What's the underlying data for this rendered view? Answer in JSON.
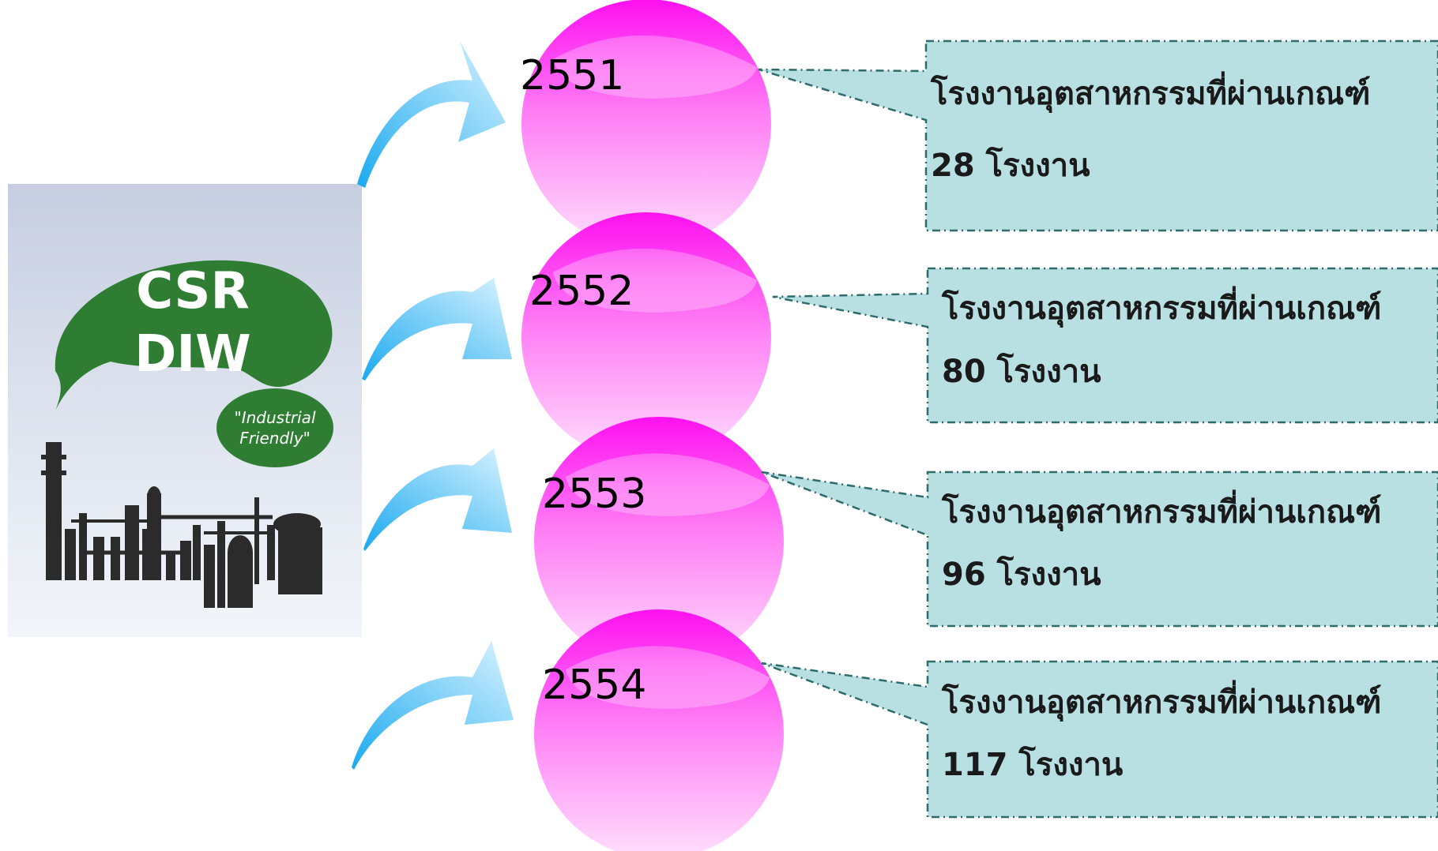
{
  "logo": {
    "line1": "CSR",
    "line2": "DIW",
    "tagline1": "\"Industrial",
    "tagline2": "Friendly\""
  },
  "milestones": [
    {
      "year": "2551",
      "label": "โรงงานอุตสาหกรรมที่ผ่านเกณฑ์",
      "count": "28 โรงงาน"
    },
    {
      "year": "2552",
      "label": "โรงงานอุตสาหกรรมที่ผ่านเกณฑ์",
      "count": "80 โรงงาน"
    },
    {
      "year": "2553",
      "label": "โรงงานอุตสาหกรรมที่ผ่านเกณฑ์",
      "count": "96 โรงงาน"
    },
    {
      "year": "2554",
      "label": "โรงงานอุตสาหกรรมที่ผ่านเกณฑ์",
      "count": "117 โรงงาน"
    }
  ],
  "colors": {
    "sphere_top": "#ff10f0",
    "sphere_bottom": "#ffd8fb",
    "callout_fill": "#b8dfe2",
    "callout_border": "#2e6b6b",
    "arrow": "#5ec8f2",
    "logo_green": "#2e7d32"
  }
}
